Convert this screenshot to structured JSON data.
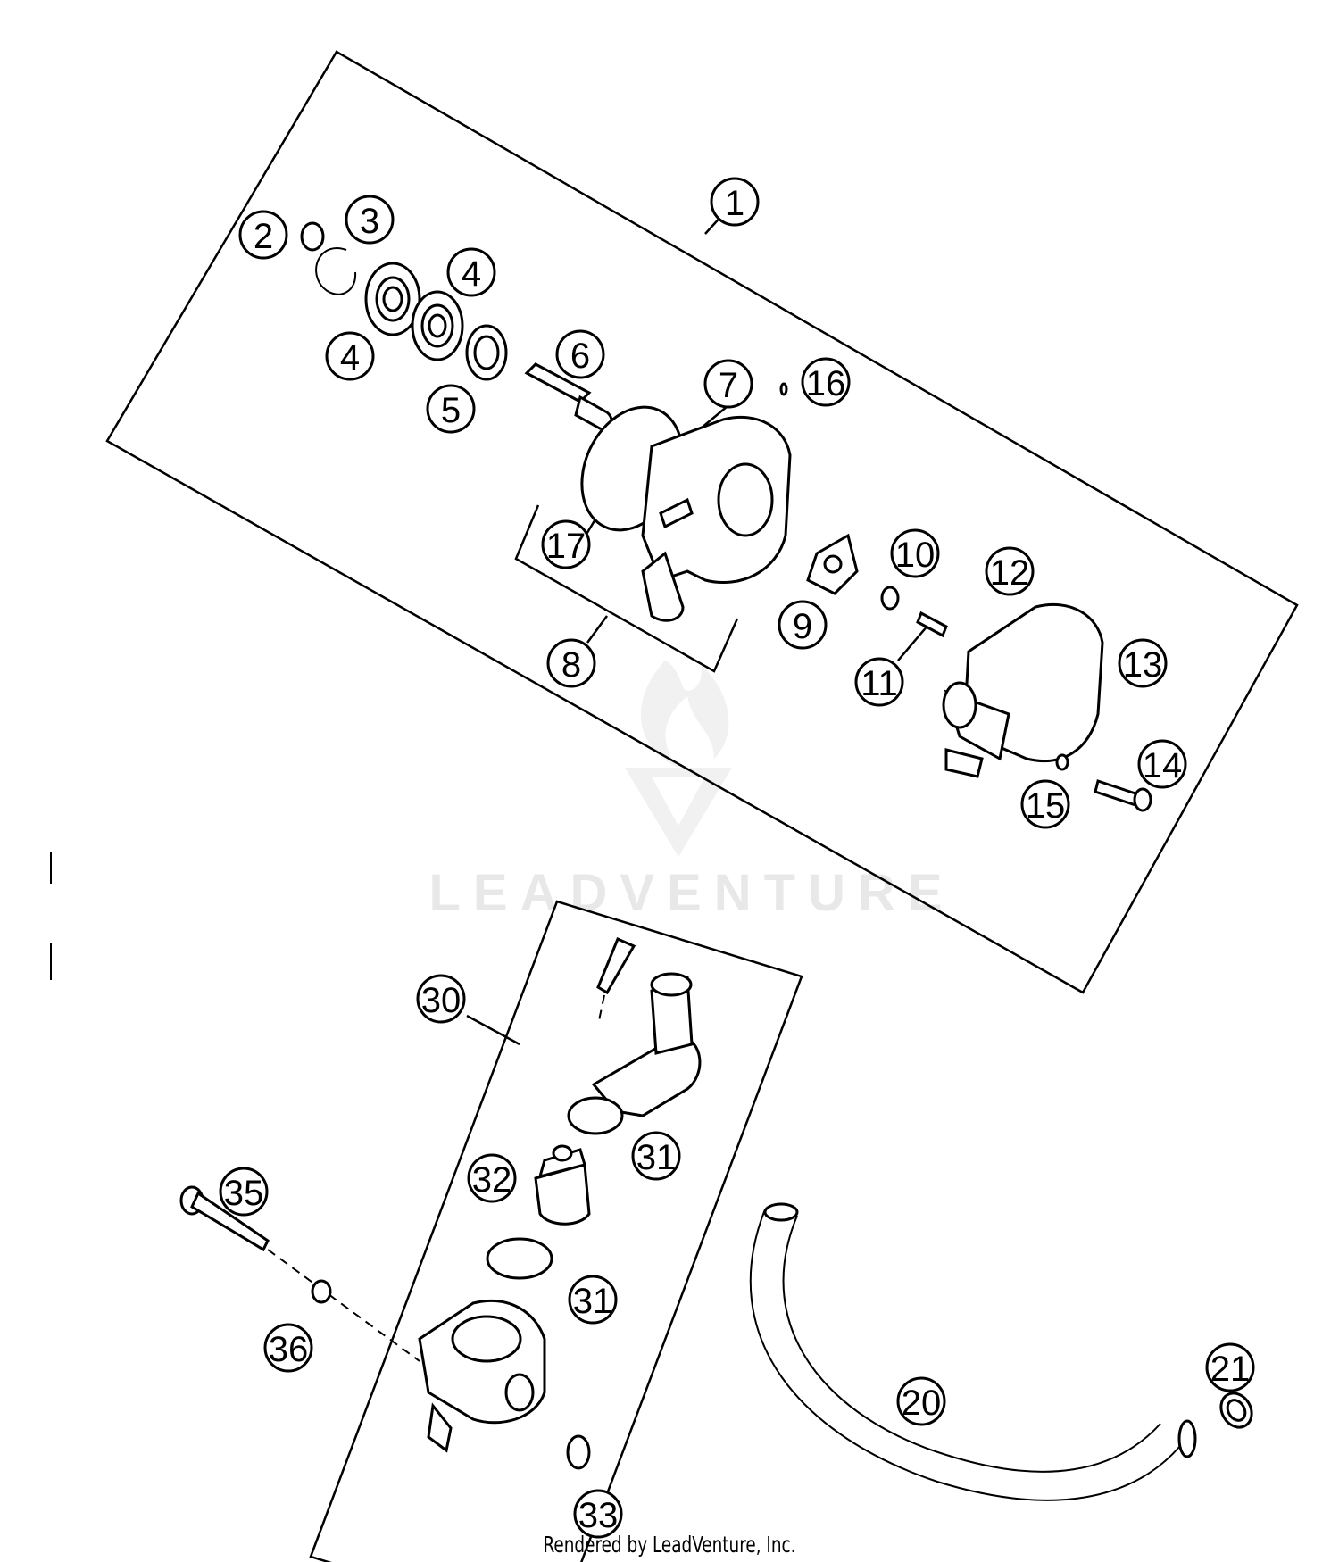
{
  "watermark": {
    "brand": "LEADVENTURE"
  },
  "footer": {
    "text": "Rendered by LeadVenture, Inc."
  },
  "callouts": [
    "1",
    "2",
    "3",
    "4",
    "4",
    "5",
    "6",
    "7",
    "16",
    "17",
    "8",
    "9",
    "10",
    "11",
    "12",
    "13",
    "14",
    "15",
    "30",
    "31",
    "32",
    "31",
    "35",
    "36",
    "33",
    "20",
    "21"
  ]
}
